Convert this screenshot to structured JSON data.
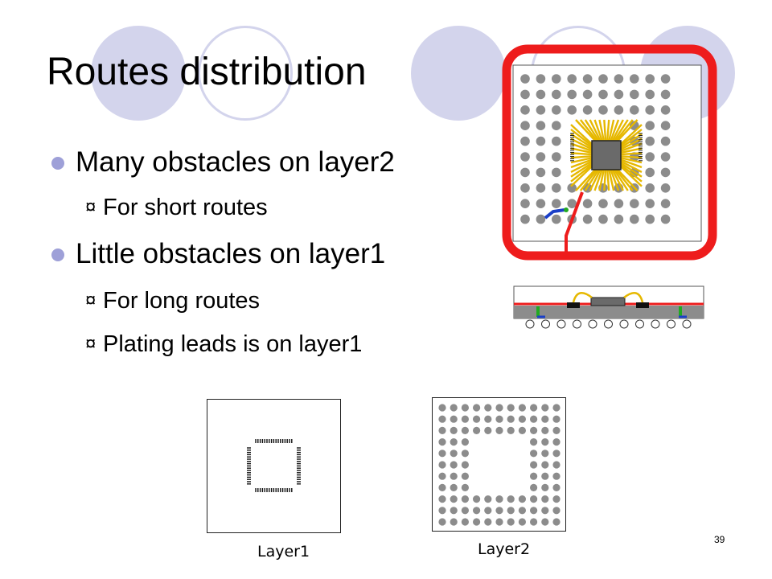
{
  "slide": {
    "title": "Routes distribution",
    "bullets": [
      {
        "text": "Many obstacles on layer2",
        "subs": [
          "For short routes"
        ]
      },
      {
        "text": "Little obstacles on layer1",
        "subs": [
          "For long routes",
          "Plating leads is on layer1"
        ]
      }
    ],
    "sub_bullet_glyph": "¤",
    "captions": {
      "layer1": "Layer1",
      "layer2": "Layer2"
    },
    "page_number": "39"
  },
  "colors": {
    "decor": "#d3d4ec",
    "bullet": "#9ea0d8",
    "highlight": "#ee1c1c",
    "ball": "#8c8c8c",
    "die": "#6a6a6a",
    "bond": "#e6b800",
    "route": "#1a3fc8",
    "via": "#22aa22"
  },
  "icons": [
    "bga-package-top-view",
    "package-cross-section",
    "layer1-pattern",
    "layer2-pattern"
  ]
}
